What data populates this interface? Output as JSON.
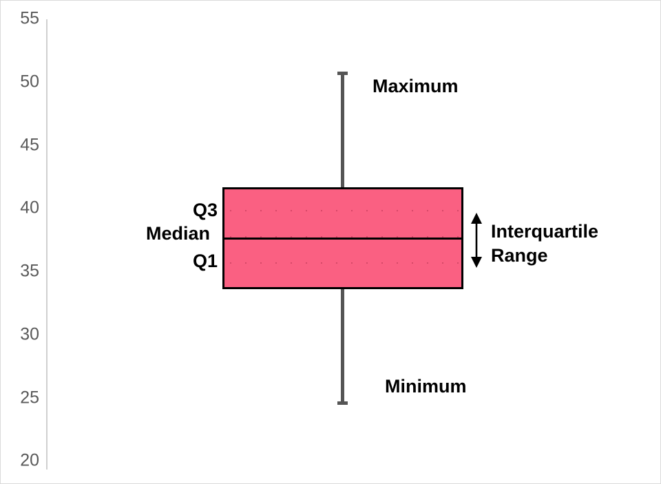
{
  "chart_data": {
    "type": "box",
    "title": "",
    "xlabel": "",
    "ylabel": "",
    "ylim": [
      20,
      55
    ],
    "y_ticks": [
      55,
      50,
      45,
      40,
      35,
      30,
      25,
      20
    ],
    "grid": false,
    "legend": "none",
    "series": [
      {
        "name": "box-1",
        "minimum": 24.5,
        "q1": 33.6,
        "median": 37.6,
        "q3": 41.6,
        "maximum": 50.7,
        "iqr": 8.0,
        "box_fill_color": "#fa6082",
        "box_border_color": "#000000",
        "whisker_color": "#555555"
      }
    ],
    "annotations": [
      {
        "id": "maximum",
        "text": "Maximum",
        "value": 50.7
      },
      {
        "id": "q3",
        "text": "Q3",
        "value": 41.6
      },
      {
        "id": "median",
        "text": "Median",
        "value": 37.6
      },
      {
        "id": "q1",
        "text": "Q1",
        "value": 33.6
      },
      {
        "id": "minimum",
        "text": "Minimum",
        "value": 24.5
      },
      {
        "id": "interquartile-range-line1",
        "text": "Interquartile"
      },
      {
        "id": "interquartile-range-line2",
        "text": "Range"
      }
    ]
  },
  "axis": {
    "ticks": [
      {
        "label": "55"
      },
      {
        "label": "50"
      },
      {
        "label": "45"
      },
      {
        "label": "40"
      },
      {
        "label": "35"
      },
      {
        "label": "30"
      },
      {
        "label": "25"
      },
      {
        "label": "20"
      }
    ]
  },
  "labels": {
    "maximum": "Maximum",
    "q3": "Q3",
    "median": "Median",
    "q1": "Q1",
    "minimum": "Minimum",
    "iqr_line1": "Interquartile",
    "iqr_line2": "Range"
  },
  "colors": {
    "box_fill": "#fa6082",
    "box_border": "#000000",
    "whisker": "#555555",
    "axis": "#d0d0d0",
    "tick_text": "#595959",
    "label_text": "#000000",
    "background": "#ffffff"
  }
}
